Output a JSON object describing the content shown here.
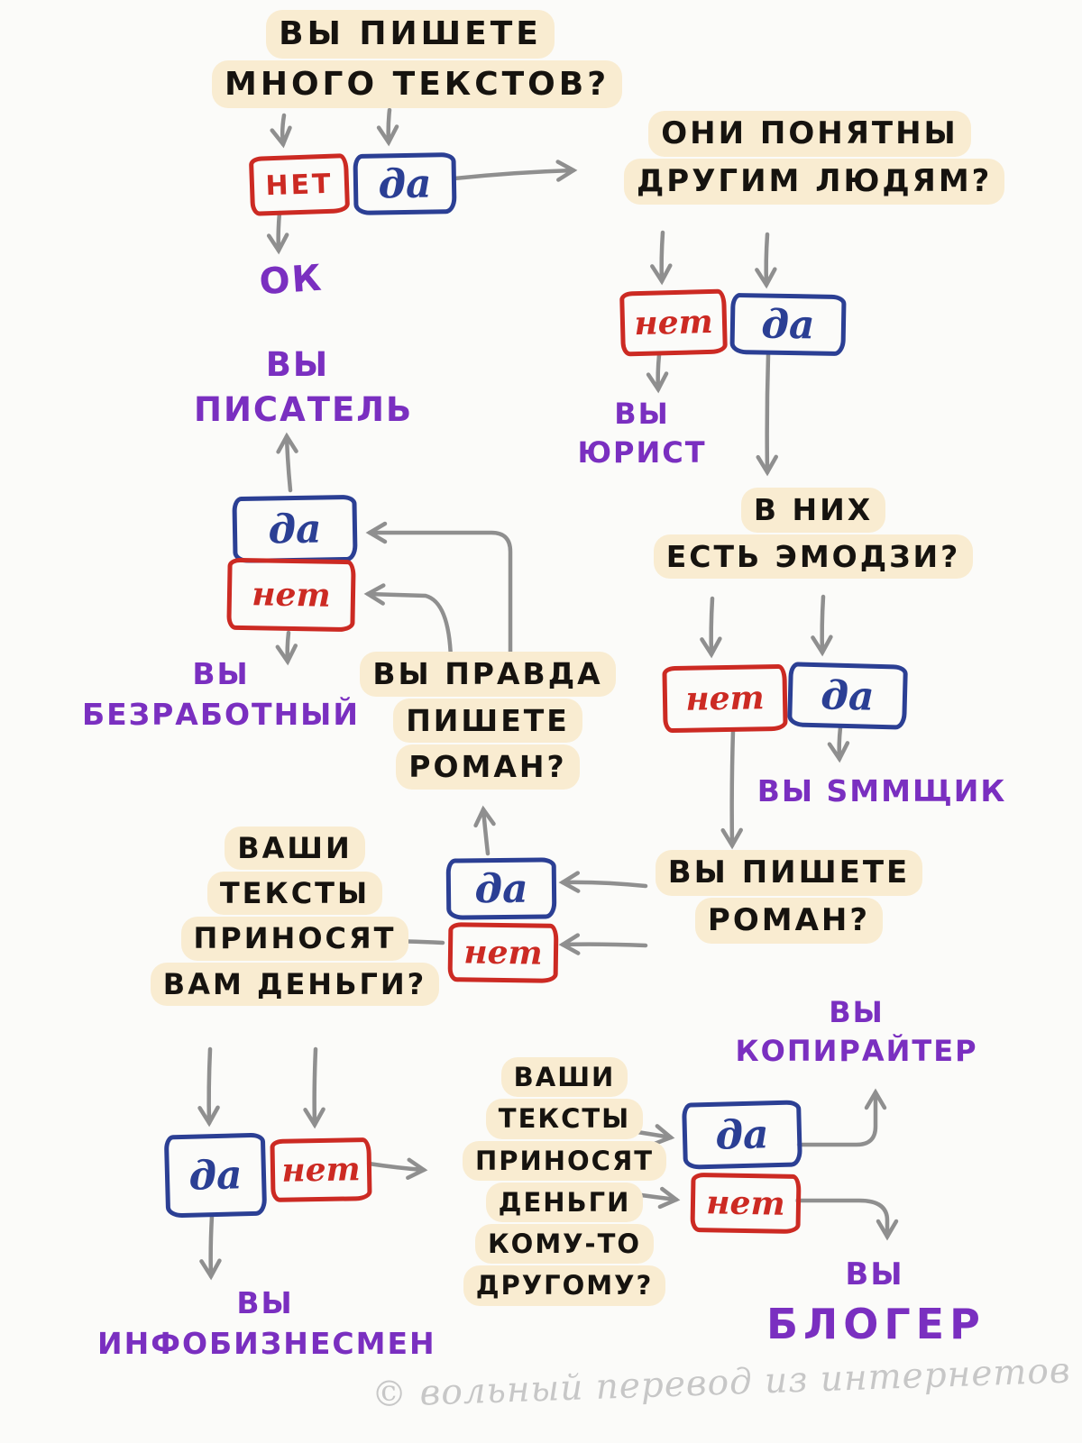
{
  "palette": {
    "yes_blue": "#2b3f94",
    "no_red": "#cc2a23",
    "result_purple": "#7a2fc0",
    "highlight_cream": "#f9ecd1",
    "arrow_gray": "#8f8f8f",
    "ink_black": "#16130f",
    "footer_gray": "#c7c7c7"
  },
  "questions": {
    "write_many": {
      "lines": [
        "ВЫ ПИШЕТЕ",
        "МНОГО ТЕКСТОВ?"
      ]
    },
    "understandable": {
      "lines": [
        "ОНИ ПОНЯТНЫ",
        "ДРУГИМ ЛЮДЯМ?"
      ]
    },
    "emoji": {
      "lines": [
        "В НИХ",
        "ЕСТЬ ЭМОДЗИ?"
      ]
    },
    "really_novel": {
      "lines": [
        "ВЫ ПРАВДА",
        "ПИШЕТЕ",
        "РОМАН?"
      ]
    },
    "novel": {
      "lines": [
        "ВЫ ПИШЕТЕ",
        "РОМАН?"
      ]
    },
    "money_you": {
      "lines": [
        "ВАШИ",
        "ТЕКСТЫ",
        "ПРИНОСЯТ",
        "ВАМ ДЕНЬГИ?"
      ]
    },
    "money_other": {
      "lines": [
        "ВАШИ",
        "ТЕКСТЫ",
        "ПРИНОСЯТ",
        "ДЕНЬГИ",
        "КОМУ-ТО",
        "ДРУГОМУ?"
      ]
    }
  },
  "answers": {
    "q1_no": "НЕТ",
    "q1_yes": "да",
    "q2_no": "нет",
    "q2_yes": "да",
    "q3_no": "нет",
    "q3_yes": "да",
    "q4_yes": "да",
    "q4_no": "нет",
    "q5_yes": "да",
    "q5_no": "нет",
    "q6_yes": "да",
    "q6_no": "нет",
    "q7_yes": "да",
    "q7_no": "нет"
  },
  "results": {
    "ok": {
      "lines": [
        "ОК"
      ]
    },
    "lawyer": {
      "lines": [
        "ВЫ",
        "ЮРИСТ"
      ]
    },
    "writer": {
      "lines": [
        "ВЫ",
        "ПИСАТЕЛЬ"
      ]
    },
    "unemployed": {
      "lines": [
        "ВЫ",
        "БЕЗРАБОТНЫЙ"
      ]
    },
    "smm": {
      "lines": [
        "ВЫ SMMЩИК"
      ]
    },
    "infobusinessman": {
      "lines": [
        "ВЫ",
        "ИНФОБИЗНЕСМЕН"
      ]
    },
    "copywriter": {
      "lines": [
        "ВЫ",
        "КОПИРАЙТЕР"
      ]
    },
    "blogger": {
      "lines": [
        "ВЫ",
        "БЛОГЕР"
      ]
    }
  },
  "footer": {
    "credit": "© вольный перевод из интернетов"
  }
}
